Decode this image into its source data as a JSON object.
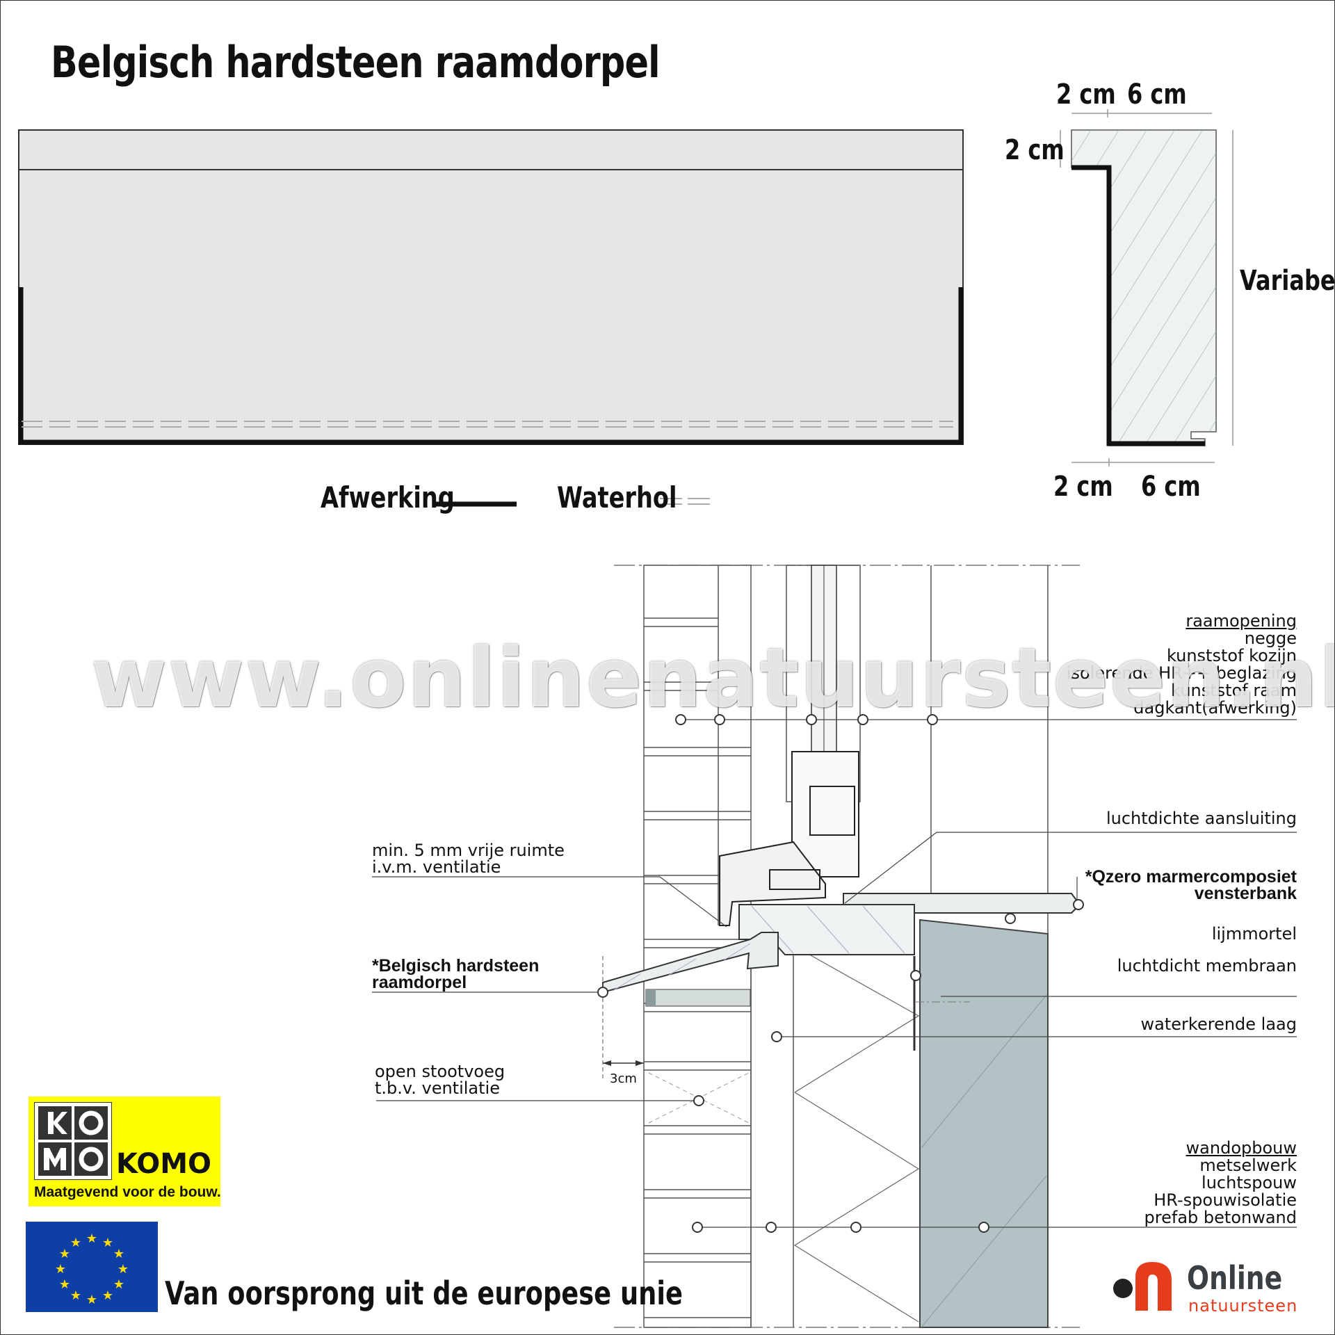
{
  "title": "Belgisch hardsteen raamdorpel",
  "profile": {
    "dim_top_left": "2 cm",
    "dim_top_right": "6 cm",
    "dim_side": "2 cm",
    "dim_height": "Variabel",
    "dim_bottom_left": "2 cm",
    "dim_bottom_right": "6 cm"
  },
  "legend": {
    "afwerking": "Afwerking",
    "waterhol": "Waterhol"
  },
  "detail": {
    "right_top": [
      "raamopening",
      "negge",
      "kunststof kozijn",
      "isolerende HR++ beglazing",
      "kunststof raam",
      "dagkant(afwerking)"
    ],
    "luchtdichte_aansluiting": "luchtdichte aansluiting",
    "qzero_1": "*Qzero marmercomposiet",
    "qzero_2": "vensterbank",
    "lijmmortel": "lijmmortel",
    "luchtdicht_membraan": "luchtdicht membraan",
    "waterkerende_laag": "waterkerende laag",
    "wand": [
      "wandopbouw",
      "metselwerk",
      "luchtspouw",
      "HR-spouwisolatie",
      "prefab betonwand"
    ],
    "ventilatie_1": "min. 5 mm vrije ruimte",
    "ventilatie_2": "i.v.m. ventilatie",
    "raamdorpel_1": "*Belgisch hardsteen",
    "raamdorpel_2": "raamdorpel",
    "stootvoeg_1": "open stootvoeg",
    "stootvoeg_2": "t.b.v. ventilatie",
    "overstek": "3cm"
  },
  "watermark": "www.onlinenatuursteen.nl",
  "komo": {
    "word": "KOMO",
    "tagline": "Maatgevend voor de bouw."
  },
  "eu_text": "Van oorsprong uit de europese unie",
  "logo": {
    "word": "Online",
    "sub": "natuursteen"
  },
  "colors": {
    "stone": "#e6e6e6",
    "concrete": "#b3c2c5",
    "eu_blue": "#0d3fa6",
    "eu_star": "#ffdd00",
    "komo_yellow": "#ffff00",
    "logo_orange": "#e63c1e"
  }
}
